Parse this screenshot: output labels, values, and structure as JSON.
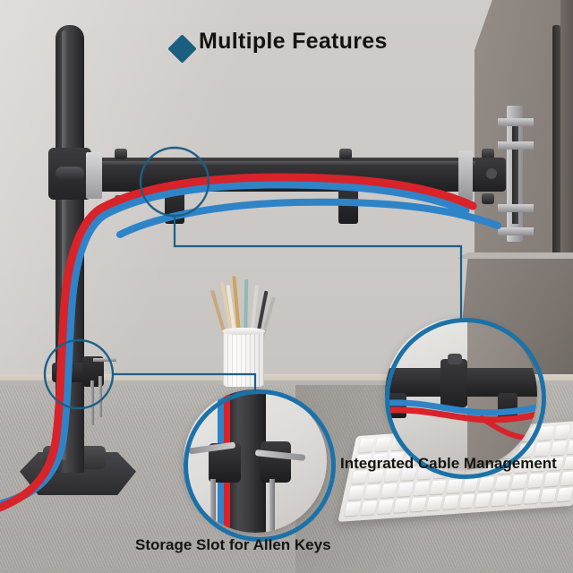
{
  "heading": {
    "bullet_icon": "diamond-bullet-icon",
    "text": "Multiple Features",
    "bullet_color": "#1a5f82",
    "text_color": "#14140f"
  },
  "callouts": [
    {
      "id": "cable-management",
      "caption": "Integrated Cable Management",
      "highlight_shape": "circle",
      "ring_color": "#1b72a8",
      "leader_color": "#1c5f86"
    },
    {
      "id": "allen-key-storage",
      "caption": "Storage Slot for Allen Keys",
      "highlight_shape": "circle",
      "ring_color": "#1b72a8",
      "leader_color": "#1c5f86"
    }
  ],
  "scene": {
    "product": "dual monitor desk mount arm",
    "parts": [
      "vertical-pole",
      "hexagonal-base",
      "horizontal-arm",
      "vesa-bracket",
      "cable-clip",
      "allen-key-holder"
    ],
    "props": [
      "pencil-cup",
      "keyboard",
      "monitor-panel"
    ],
    "cable_colors": [
      "#d8232a",
      "#2f84c8"
    ],
    "colors": {
      "wall": "#cbc8c5",
      "desk": "#b2afab",
      "metal_dark": "#313134",
      "metal_light": "#cfcfd1",
      "monitor_back": "#8b837e"
    }
  }
}
